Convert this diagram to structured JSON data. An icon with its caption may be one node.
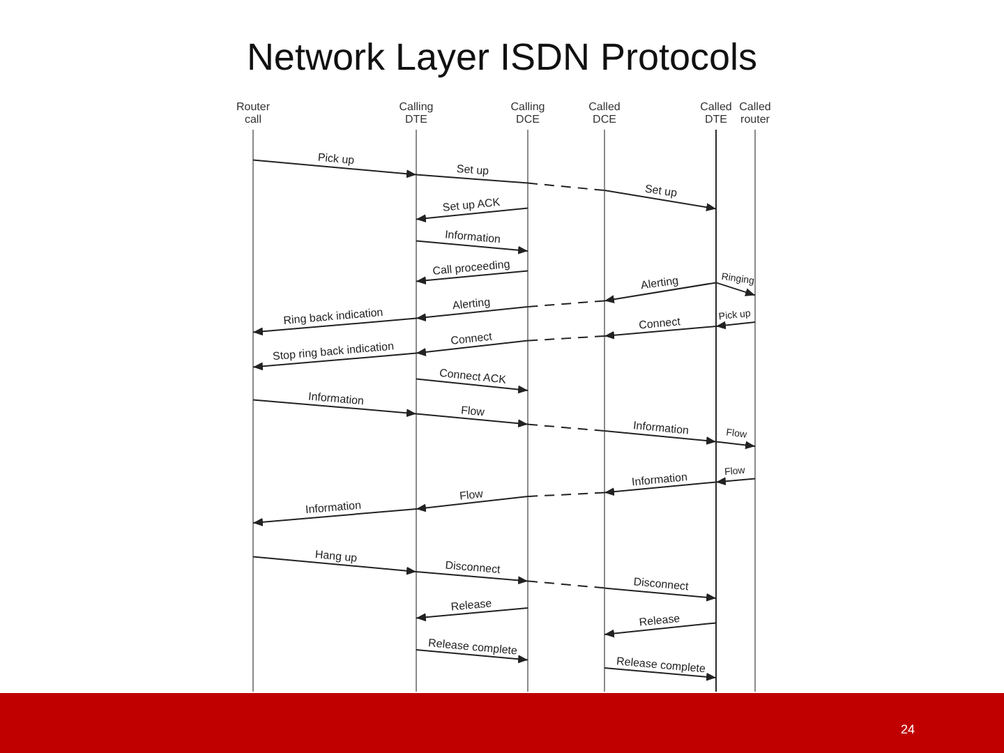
{
  "diagram": {
    "title": "Network Layer ISDN Protocols",
    "nodes": [
      {
        "text": [
          "Router call"
        ]
      },
      {
        "text": [
          "Calling DTE"
        ]
      },
      {
        "text": [
          "Calling DCE"
        ]
      },
      {
        "text": [
          "Called DCE"
        ]
      },
      {
        "text": [
          "Called DTE"
        ]
      },
      {
        "text": [
          "Called router"
        ]
      }
    ],
    "edges": [
      {
        "from": 0,
        "to": 1,
        "arrow": "to",
        "label": "Pick up"
      },
      {
        "from": 1,
        "to": 2,
        "arrow": "none",
        "label": "Set up"
      },
      {
        "from": 2,
        "to": 3,
        "arrow": "none",
        "style": "dashed"
      },
      {
        "from": 3,
        "to": 4,
        "arrow": "to",
        "label": "Set up"
      },
      {
        "from": 2,
        "to": 1,
        "arrow": "to",
        "label": "Set up ACK"
      },
      {
        "from": 1,
        "to": 2,
        "arrow": "to",
        "label": "Information"
      },
      {
        "from": 2,
        "to": 1,
        "arrow": "to",
        "label": "Call proceeding"
      },
      {
        "from": 4,
        "to": 5,
        "arrow": "to",
        "label": "Ringing"
      },
      {
        "from": 4,
        "to": 3,
        "arrow": "to",
        "label": "Alerting"
      },
      {
        "from": 3,
        "to": 2,
        "arrow": "none",
        "style": "dashed"
      },
      {
        "from": 2,
        "to": 1,
        "arrow": "to",
        "label": "Alerting"
      },
      {
        "from": 1,
        "to": 0,
        "arrow": "to",
        "label": "Ring back indication"
      },
      {
        "from": 5,
        "to": 4,
        "arrow": "to",
        "label": "Pick up"
      },
      {
        "from": 4,
        "to": 3,
        "arrow": "to",
        "label": "Connect"
      },
      {
        "from": 3,
        "to": 2,
        "arrow": "none",
        "style": "dashed"
      },
      {
        "from": 2,
        "to": 1,
        "arrow": "to",
        "label": "Connect"
      },
      {
        "from": 1,
        "to": 0,
        "arrow": "to",
        "label": "Stop ring back indication"
      },
      {
        "from": 1,
        "to": 2,
        "arrow": "to",
        "label": "Connect ACK"
      },
      {
        "from": 0,
        "to": 1,
        "arrow": "to",
        "label": "Information"
      },
      {
        "from": 1,
        "to": 2,
        "arrow": "to",
        "label": "Flow"
      },
      {
        "from": 2,
        "to": 3,
        "arrow": "none",
        "style": "dashed"
      },
      {
        "from": 3,
        "to": 4,
        "arrow": "to",
        "label": "Information"
      },
      {
        "from": 4,
        "to": 5,
        "arrow": "to",
        "label": "Flow"
      },
      {
        "from": 5,
        "to": 4,
        "arrow": "to",
        "label": "Flow"
      },
      {
        "from": 4,
        "to": 3,
        "arrow": "to",
        "label": "Information"
      },
      {
        "from": 3,
        "to": 2,
        "arrow": "none",
        "style": "dashed"
      },
      {
        "from": 2,
        "to": 1,
        "arrow": "to",
        "label": "Flow"
      },
      {
        "from": 1,
        "to": 0,
        "arrow": "to",
        "label": "Information"
      },
      {
        "from": 0,
        "to": 1,
        "arrow": "to",
        "label": "Hang up"
      },
      {
        "from": 1,
        "to": 2,
        "arrow": "to",
        "label": "Disconnect"
      },
      {
        "from": 2,
        "to": 3,
        "arrow": "none",
        "style": "dashed"
      },
      {
        "from": 3,
        "to": 4,
        "arrow": "to",
        "label": "Disconnect"
      },
      {
        "from": 2,
        "to": 1,
        "arrow": "to",
        "label": "Release"
      },
      {
        "from": 4,
        "to": 3,
        "arrow": "to",
        "label": "Release"
      },
      {
        "from": 1,
        "to": 2,
        "arrow": "to",
        "label": "Release complete"
      },
      {
        "from": 3,
        "to": 4,
        "arrow": "to",
        "label": "Release complete"
      }
    ],
    "labels": [
      "24"
    ]
  }
}
